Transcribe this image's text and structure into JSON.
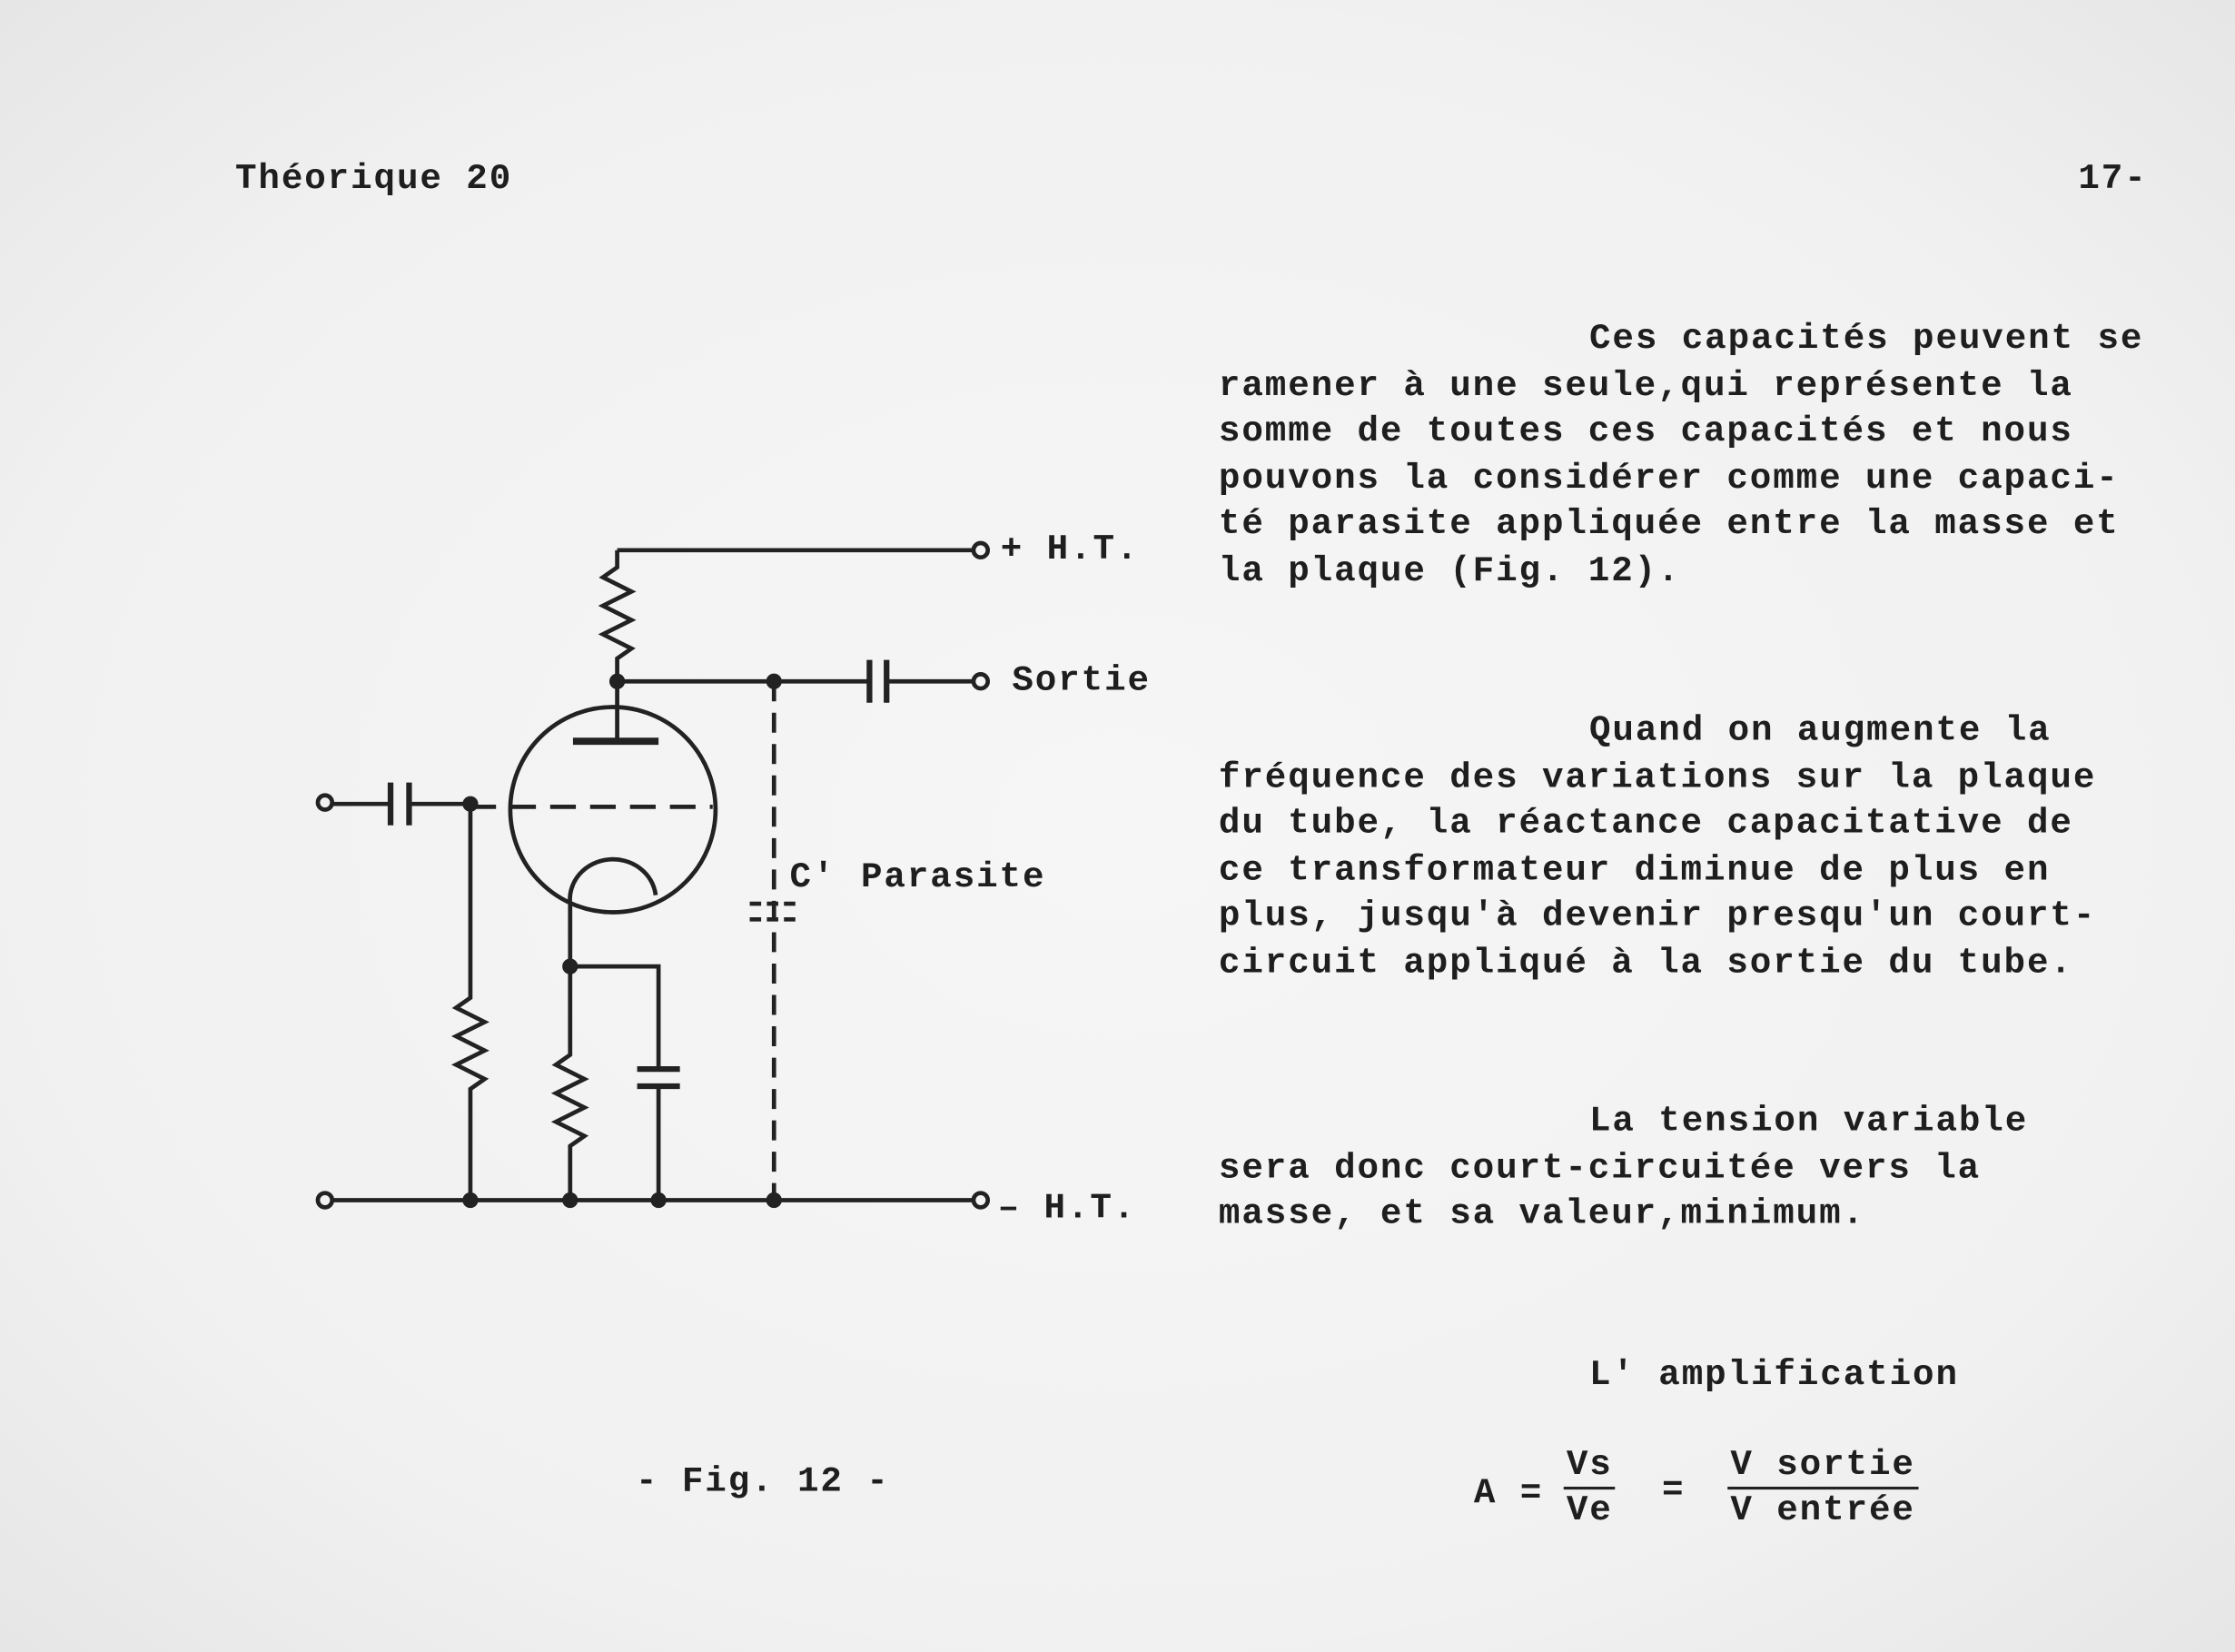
{
  "header": {
    "left": "Théorique 20",
    "right": "17-"
  },
  "figure": {
    "labels": {
      "plus_ht": "+ H.T.",
      "sortie": "Sortie",
      "c_prime": "C'",
      "parasite": "Parasite",
      "minus_ht": "– H.T."
    },
    "caption": "- Fig. 12 -"
  },
  "paragraphs": [
    [
      "Ces capacités peuvent se",
      "ramener à une seule,qui représente la",
      "somme de toutes ces capacités et nous",
      "pouvons la considérer comme une capaci-",
      "té parasite appliquée entre la masse et",
      "la plaque (Fig. 12)."
    ],
    [
      "Quand on augmente la",
      "fréquence des variations sur la plaque",
      "du tube, la réactance capacitative de",
      "ce transformateur diminue de plus en",
      "plus, jusqu'à devenir presqu'un court-",
      "circuit appliqué à la sortie du tube."
    ],
    [
      "La tension variable",
      "sera donc court-circuitée vers la",
      "masse, et sa valeur,minimum."
    ],
    [
      "L' amplification"
    ]
  ],
  "formula": {
    "lhs": "A =",
    "frac1_num": "Vs",
    "frac1_den": "Ve",
    "eq": "=",
    "frac2_num": "V sortie",
    "frac2_den": "V entrée"
  }
}
